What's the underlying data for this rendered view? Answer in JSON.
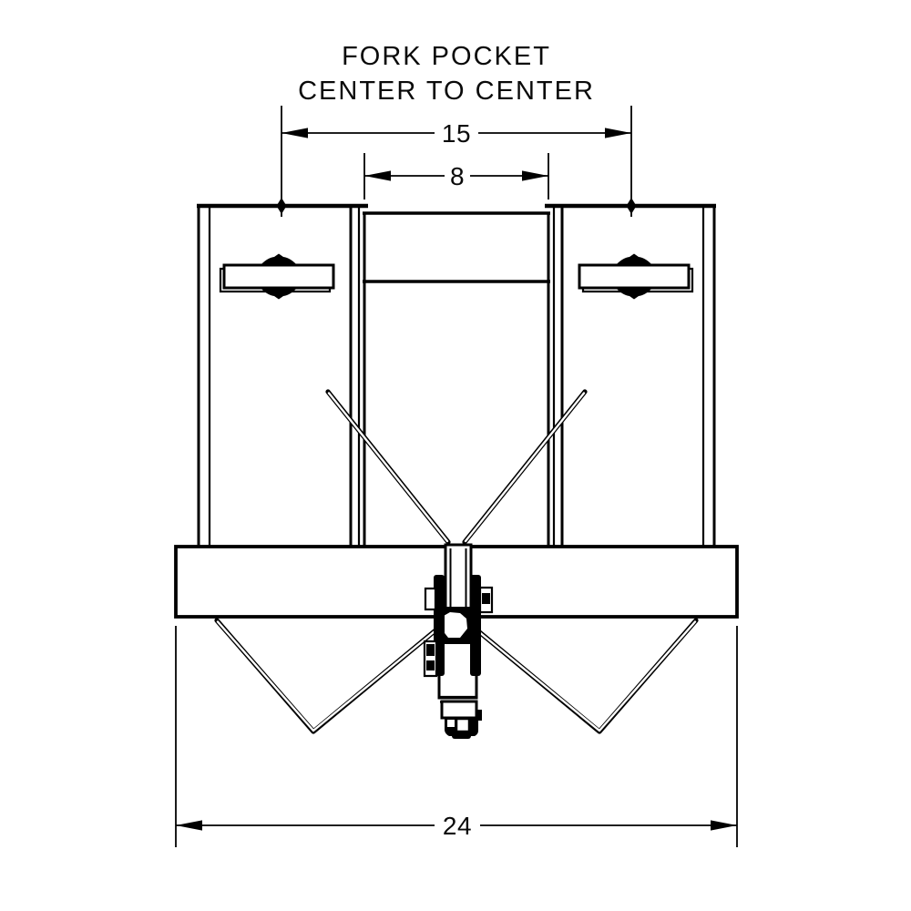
{
  "drawing": {
    "type": "technical-drawing",
    "view": "front-elevation",
    "title_line1": "FORK POCKET",
    "title_line2": "CENTER TO CENTER",
    "dim_fork_pocket_center_to_center": "15",
    "dim_inner_frame_width": "8",
    "dim_overall_width": "24",
    "line_color": "#000000",
    "background_color": "#ffffff",
    "components": [
      "left-fork-pocket",
      "right-fork-pocket",
      "center-frame",
      "upper-v-brace-rods",
      "lower-w-brace-rods",
      "bottom-cross-bar",
      "center-ratchet-binder-with-hook"
    ]
  }
}
